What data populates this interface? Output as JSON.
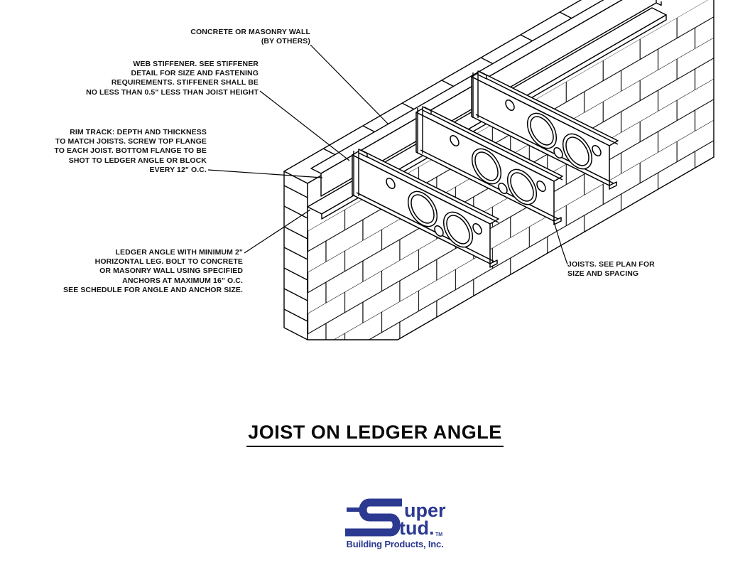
{
  "title": "JOIST ON LEDGER ANGLE",
  "annotations": [
    {
      "name": "concrete-wall",
      "lines": [
        "CONCRETE OR MASONRY WALL",
        "(BY OTHERS)"
      ]
    },
    {
      "name": "web-stiffener",
      "lines": [
        "WEB STIFFENER. SEE STIFFENER",
        "DETAIL FOR SIZE AND FASTENING",
        "REQUIREMENTS. STIFFENER SHALL BE",
        "NO LESS THAN 0.5\" LESS THAN JOIST HEIGHT"
      ]
    },
    {
      "name": "rim-track",
      "lines": [
        "RIM TRACK: DEPTH AND THICKNESS",
        "TO MATCH JOISTS. SCREW TOP FLANGE",
        "TO EACH JOIST. BOTTOM FLANGE TO BE",
        "SHOT TO LEDGER ANGLE OR BLOCK",
        "EVERY 12\" O.C."
      ]
    },
    {
      "name": "ledger-angle",
      "lines": [
        "LEDGER ANGLE WITH MINIMUM 2\"",
        "HORIZONTAL LEG. BOLT TO CONCRETE",
        "OR MASONRY WALL USING SPECIFIED",
        "ANCHORS AT MAXIMUM 16\" O.C.",
        "SEE SCHEDULE FOR ANGLE AND ANCHOR SIZE."
      ]
    },
    {
      "name": "joists",
      "lines": [
        "JOISTS. SEE PLAN FOR",
        "SIZE AND SPACING"
      ]
    }
  ],
  "logo": {
    "brand": "Super Stud",
    "brand_suffix_1": "uper",
    "brand_suffix_2": "tud.",
    "trademark": "TM",
    "tagline": "Building Products, Inc.",
    "color": "#2B3990"
  },
  "drawing": {
    "line_color": "#000000",
    "background": "#FFFFFF"
  }
}
